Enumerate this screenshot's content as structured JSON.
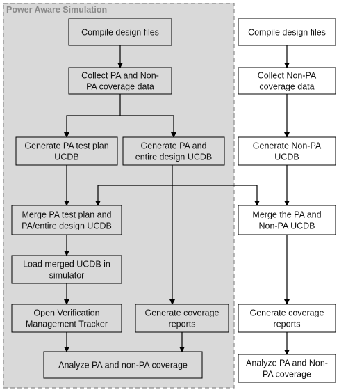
{
  "groups": [
    {
      "id": "pa",
      "title": "Power Aware Simulation"
    }
  ],
  "nodes": [
    {
      "id": "pa-compile",
      "lines": [
        "Compile design files"
      ],
      "group": "pa"
    },
    {
      "id": "pa-collect",
      "lines": [
        "Collect PA and Non-",
        "PA coverage data"
      ],
      "group": "pa"
    },
    {
      "id": "pa-gen-testplan",
      "lines": [
        "Generate PA test plan",
        "UCDB"
      ],
      "group": "pa"
    },
    {
      "id": "pa-gen-entire",
      "lines": [
        "Generate PA and",
        "entire design UCDB"
      ],
      "group": "pa"
    },
    {
      "id": "pa-merge",
      "lines": [
        "Merge PA test plan and",
        "PA/entire design UCDB"
      ],
      "group": "pa"
    },
    {
      "id": "pa-load",
      "lines": [
        "Load merged UCDB in",
        "simulator"
      ],
      "group": "pa"
    },
    {
      "id": "pa-open-vmt",
      "lines": [
        "Open Verification",
        "Management Tracker"
      ],
      "group": "pa"
    },
    {
      "id": "pa-gen-reports",
      "lines": [
        "Generate coverage",
        "reports"
      ],
      "group": "pa"
    },
    {
      "id": "pa-analyze",
      "lines": [
        "Analyze PA and non-PA coverage"
      ],
      "group": "pa"
    },
    {
      "id": "np-compile",
      "lines": [
        "Compile design files"
      ],
      "group": null
    },
    {
      "id": "np-collect",
      "lines": [
        "Collect Non-PA",
        "coverage data"
      ],
      "group": null
    },
    {
      "id": "np-generate",
      "lines": [
        "Generate Non-PA",
        "UCDB"
      ],
      "group": null
    },
    {
      "id": "np-merge",
      "lines": [
        "Merge the PA and",
        "Non-PA UCDB"
      ],
      "group": null
    },
    {
      "id": "np-gen-reports",
      "lines": [
        "Generate coverage",
        "reports"
      ],
      "group": null
    },
    {
      "id": "np-analyze",
      "lines": [
        "Analyze PA and Non-",
        "PA coverage"
      ],
      "group": null
    }
  ],
  "edges": [
    {
      "from": "pa-compile",
      "to": "pa-collect"
    },
    {
      "from": "pa-collect",
      "to": "pa-gen-testplan"
    },
    {
      "from": "pa-collect",
      "to": "pa-gen-entire"
    },
    {
      "from": "pa-gen-testplan",
      "to": "pa-merge"
    },
    {
      "from": "pa-gen-entire",
      "to": "pa-gen-reports"
    },
    {
      "from": "pa-gen-entire",
      "to": "pa-merge"
    },
    {
      "from": "pa-gen-entire",
      "to": "np-merge"
    },
    {
      "from": "pa-merge",
      "to": "pa-load"
    },
    {
      "from": "pa-load",
      "to": "pa-open-vmt"
    },
    {
      "from": "pa-open-vmt",
      "to": "pa-analyze"
    },
    {
      "from": "pa-gen-reports",
      "to": "pa-analyze"
    },
    {
      "from": "np-compile",
      "to": "np-collect"
    },
    {
      "from": "np-collect",
      "to": "np-generate"
    },
    {
      "from": "np-generate",
      "to": "np-merge"
    },
    {
      "from": "np-merge",
      "to": "np-gen-reports"
    },
    {
      "from": "np-gen-reports",
      "to": "np-analyze"
    }
  ],
  "colors": {
    "group_fill": "#d9d9d9",
    "group_border": "#8c8c8c",
    "group_title": "#8a8a8a",
    "node_fill_in_group": "#d9d9d9",
    "node_fill": "#ffffff",
    "node_border": "#000000",
    "connector": "#000000"
  }
}
